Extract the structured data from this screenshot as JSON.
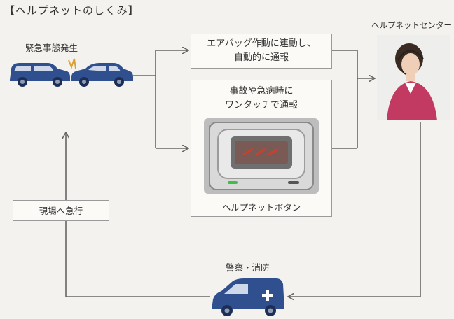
{
  "title": "【ヘルプネットのしくみ】",
  "accident": {
    "label": "緊急事態発生"
  },
  "airbag_box": {
    "line1": "エアバッグ作動に連動し、",
    "line2": "自動的に通報"
  },
  "button_box": {
    "line1": "事故や急病時に",
    "line2": "ワンタッチで通報",
    "caption": "ヘルプネットボタン"
  },
  "center": {
    "label": "ヘルプネットセンター"
  },
  "dispatch": {
    "label": "警察・消防"
  },
  "rush": {
    "label": "現場へ急行"
  },
  "colors": {
    "car_blue": "#2f4f8f",
    "line_gray": "#666666",
    "button_red": "#c8412f",
    "button_green": "#3fbf4a"
  },
  "icons": {
    "accident": "collision-cars-icon",
    "center": "operator-photo",
    "dispatch": "emergency-vehicle-icon",
    "button": "help-button-device"
  }
}
